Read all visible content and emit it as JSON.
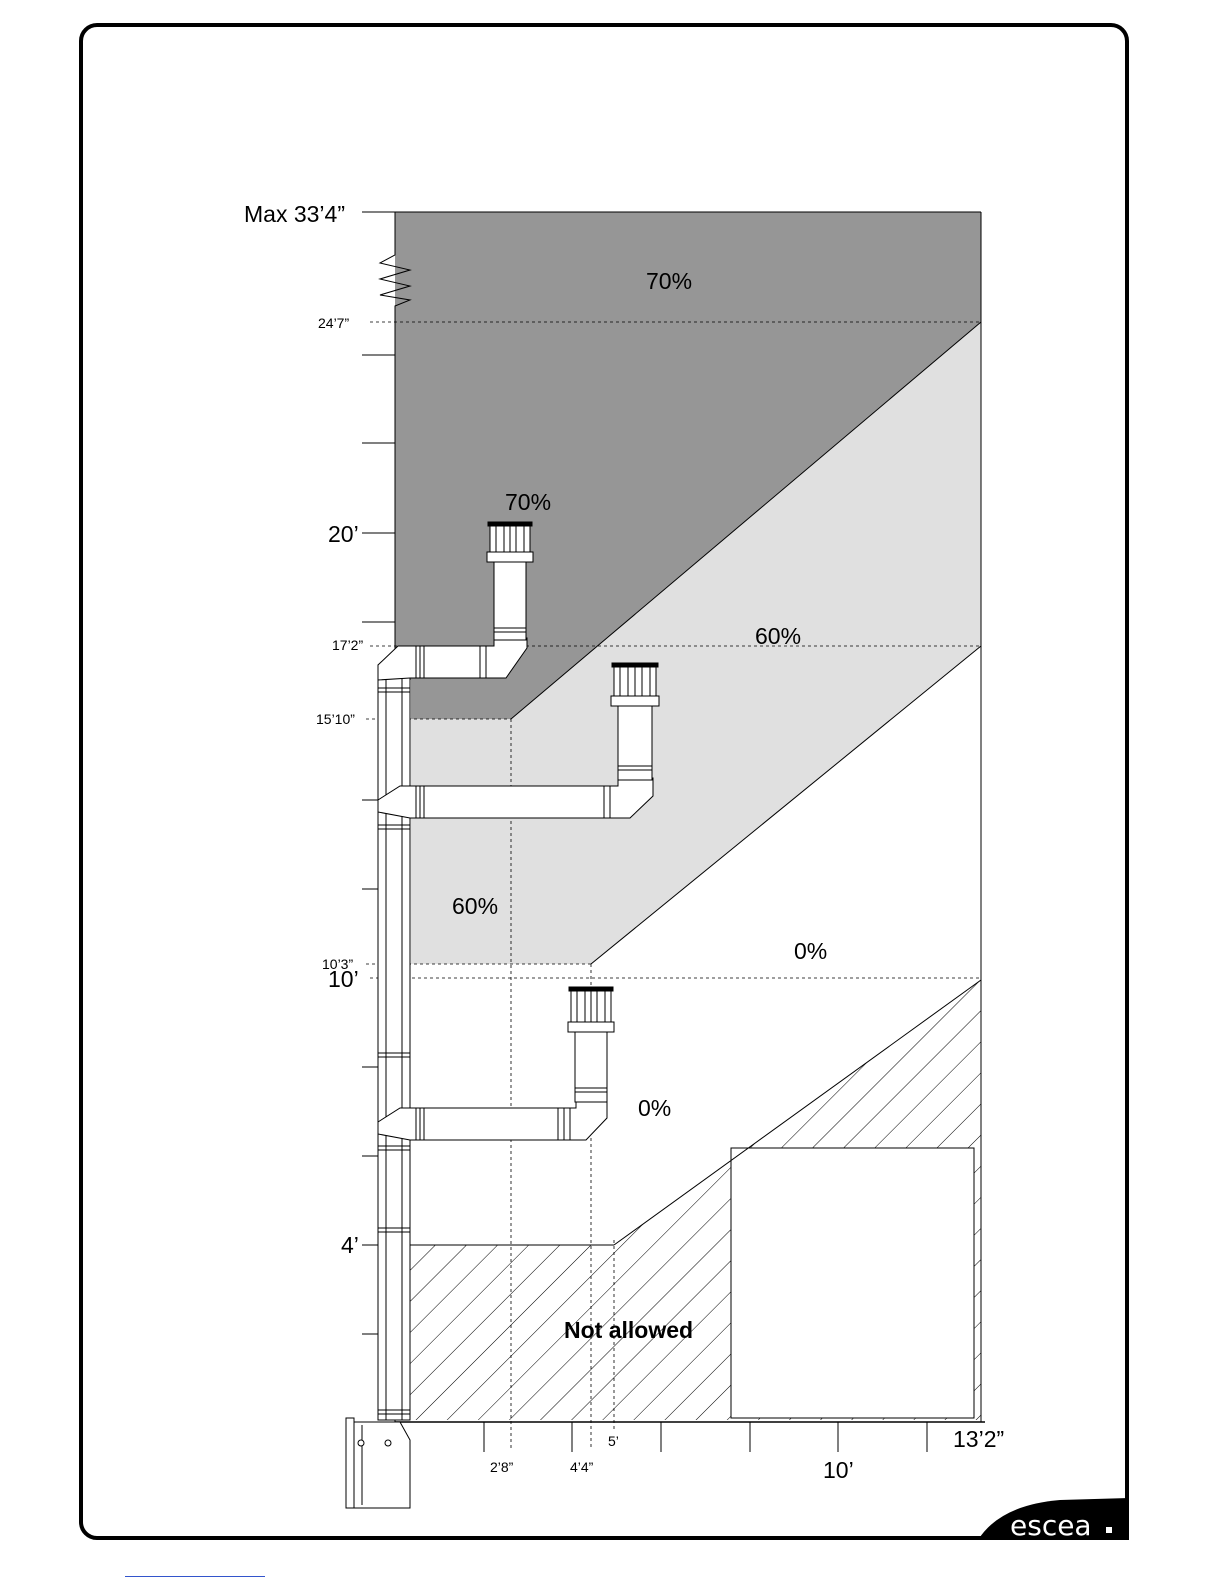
{
  "vertical_axis": {
    "labels": [
      "Max 33’4”",
      "24’7”",
      "20’",
      "17’2”",
      "15’10”",
      "10’3”",
      "10’",
      "4’"
    ]
  },
  "horizontal_axis": {
    "labels": [
      "2’8”",
      "4’4”",
      "5’",
      "10’",
      "13’2”"
    ]
  },
  "zones": {
    "upper_dark_label": "70%",
    "dark_left_label": "70%",
    "light_right_label": "60%",
    "light_left_label": "60%",
    "white_right_label": "0%",
    "white_left_label": "0%",
    "hatched_label": "Not allowed"
  },
  "brand": "escea",
  "colors": {
    "dark_zone": "#969696",
    "light_zone": "#e0e0e0",
    "line": "#000000"
  }
}
